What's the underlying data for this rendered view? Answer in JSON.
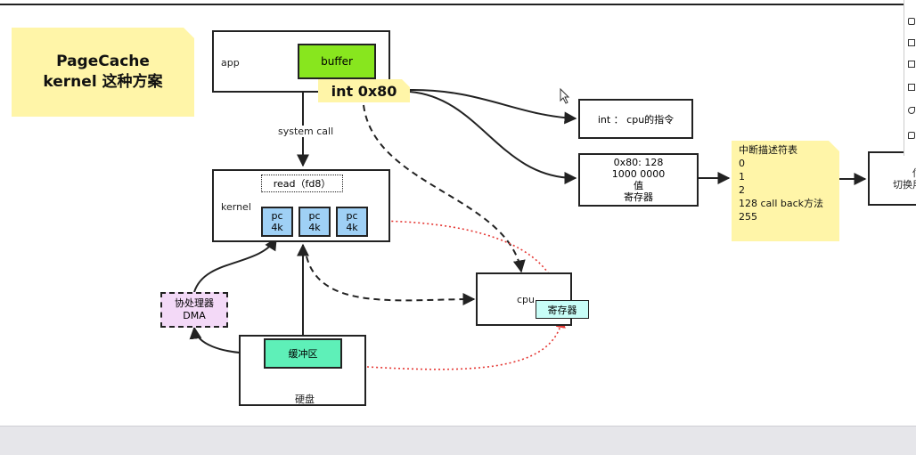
{
  "title_note": {
    "line1": "PageCache",
    "line2": "kernel 这种方案"
  },
  "app": {
    "label": "app",
    "buffer": "buffer"
  },
  "int_note": "int 0x80",
  "syscall_label": "system call",
  "kernel": {
    "label": "kernel",
    "read": "read（fd8）",
    "pages": [
      {
        "l1": "pc",
        "l2": "4k"
      },
      {
        "l1": "pc",
        "l2": "4k"
      },
      {
        "l1": "pc",
        "l2": "4k"
      }
    ]
  },
  "dma": {
    "l1": "协处理器",
    "l2": "DMA"
  },
  "disk": {
    "label": "硬盘",
    "buffer": "缓冲区"
  },
  "cpu": {
    "label": "cpu",
    "register": "寄存器"
  },
  "int_box": "int ： cpu的指令",
  "reg_box": {
    "l1": "0x80:  128",
    "l2": "1000 0000",
    "l3": "值",
    "l4": "寄存器"
  },
  "idt_note": {
    "title": "中断描述符表",
    "rows": [
      "0",
      "1",
      "2",
      "128  call back方法",
      "255"
    ]
  },
  "switch_box": {
    "l1": "估",
    "l2": "切换用"
  },
  "colors": {
    "buffer": "#88e61e",
    "disk_buffer": "#5ef0b8",
    "page": "#9fd0f5",
    "dma": "#f3d9f7",
    "register": "#c8fdf7",
    "note": "#fff5a8",
    "red_arrow": "#e53935"
  }
}
